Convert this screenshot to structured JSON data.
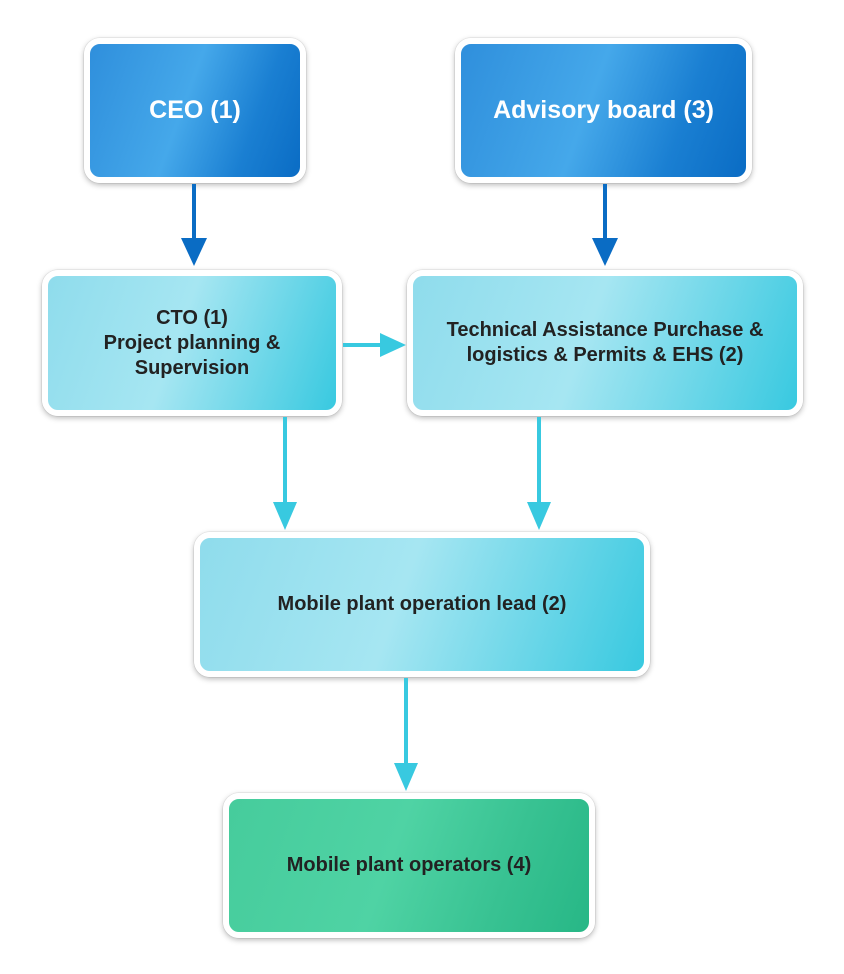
{
  "diagram": {
    "type": "org-chart",
    "nodes": [
      {
        "id": "ceo",
        "label": "CEO (1)",
        "style": "dark-blue"
      },
      {
        "id": "adv",
        "label": "Advisory board (3)",
        "style": "dark-blue"
      },
      {
        "id": "cto",
        "label": "CTO (1)\nProject  planning &\nSupervision",
        "style": "light-cyan"
      },
      {
        "id": "tech",
        "label": "Technical Assistance Purchase &\nlogistics & Permits & EHS (2)",
        "style": "light-cyan"
      },
      {
        "id": "lead",
        "label": "Mobile plant operation lead (2)",
        "style": "light-cyan"
      },
      {
        "id": "ops",
        "label": "Mobile plant operators (4)",
        "style": "green"
      }
    ],
    "edges": [
      {
        "from": "ceo",
        "to": "cto",
        "color": "#0a6cc4"
      },
      {
        "from": "adv",
        "to": "tech",
        "color": "#0a6cc4"
      },
      {
        "from": "cto",
        "to": "tech",
        "color": "#38c9e0"
      },
      {
        "from": "cto",
        "to": "lead",
        "color": "#38c9e0"
      },
      {
        "from": "tech",
        "to": "lead",
        "color": "#38c9e0"
      },
      {
        "from": "lead",
        "to": "ops",
        "color": "#38c9e0"
      }
    ]
  }
}
